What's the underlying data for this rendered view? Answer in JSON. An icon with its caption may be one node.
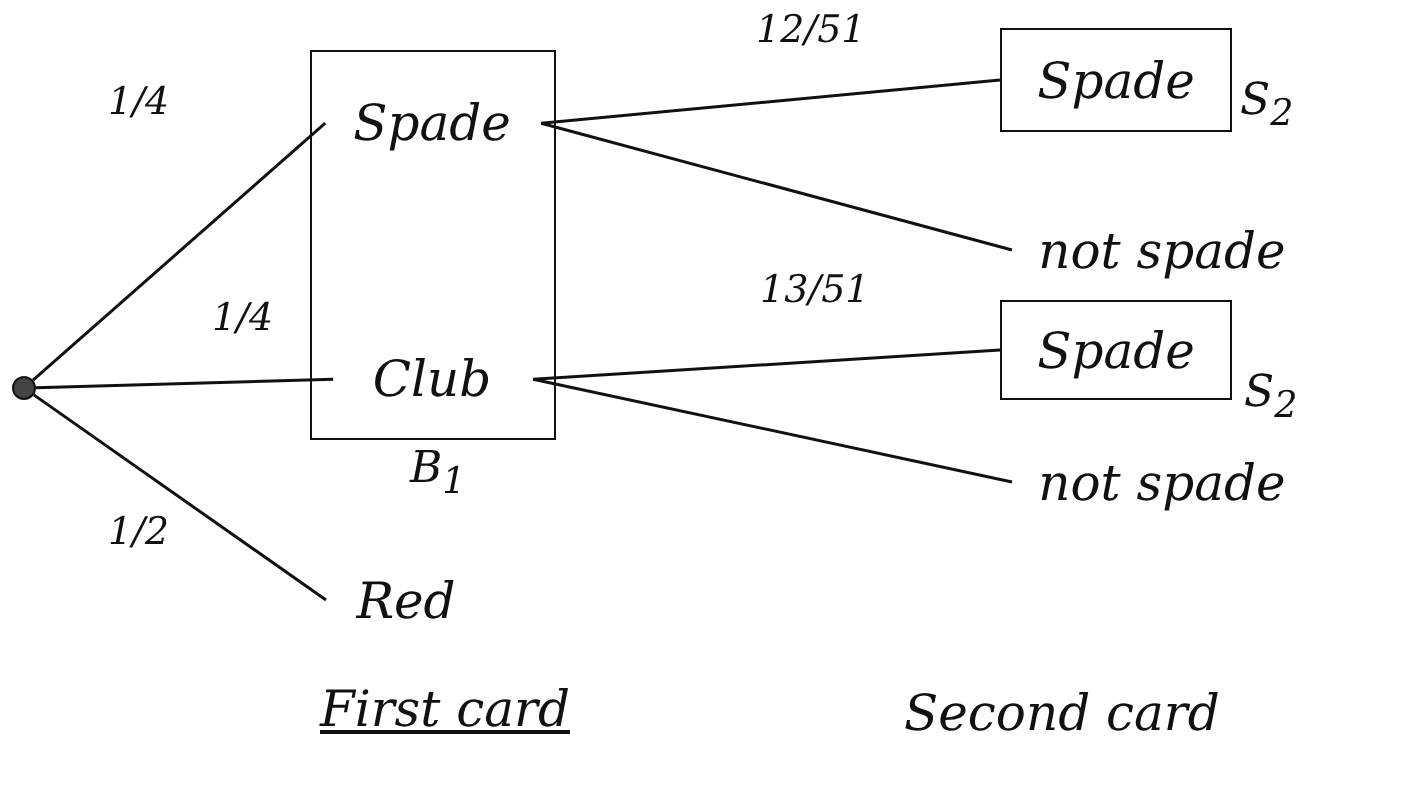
{
  "diagram": {
    "nodes": [
      {
        "text": [],
        "shape": "circle"
      },
      {
        "text": [],
        "shape": "box",
        "beside": [
          "B$_{1}$"
        ]
      },
      {
        "text": [
          "Spade"
        ],
        "in": 1
      },
      {
        "text": [
          "Club"
        ],
        "in": 1
      },
      {
        "text": [
          "Red"
        ]
      },
      {
        "text": [
          "Spade"
        ],
        "beside": [
          "S$_{2}$"
        ]
      },
      {
        "text": [
          "not spade"
        ]
      },
      {
        "text": [
          "Spade"
        ],
        "beside": [
          "S$_{2}$"
        ]
      },
      {
        "text": [
          "not spade"
        ]
      }
    ],
    "edges": [
      {
        "from": 0,
        "to": 2,
        "arrow": "none",
        "label": "1/4"
      },
      {
        "from": 0,
        "to": 3,
        "arrow": "none",
        "label": "1/4"
      },
      {
        "from": 0,
        "to": 4,
        "arrow": "none",
        "label": "1/2"
      },
      {
        "from": 2,
        "to": 5,
        "arrow": "none",
        "label": "12/51"
      },
      {
        "from": 2,
        "to": 6,
        "arrow": "none"
      },
      {
        "from": 3,
        "to": 7,
        "arrow": "none",
        "label": "13/51"
      },
      {
        "from": 3,
        "to": 8,
        "arrow": "none"
      }
    ],
    "labels": [
      "First card",
      "Second card"
    ]
  }
}
